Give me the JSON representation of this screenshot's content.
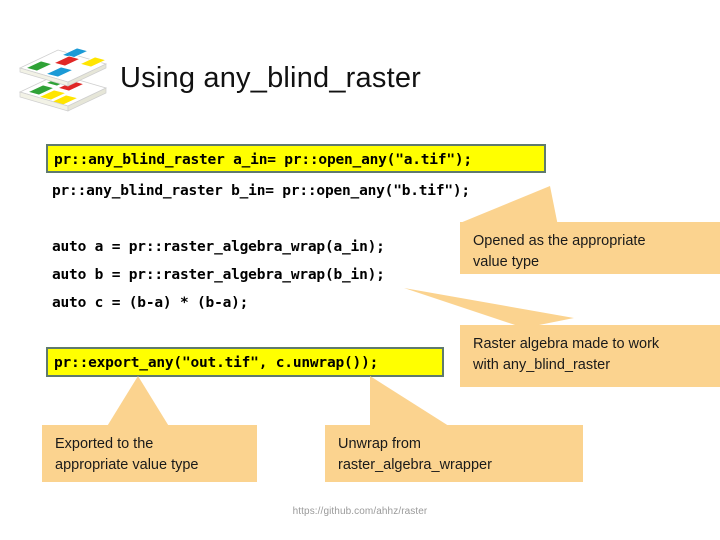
{
  "slide": {
    "title": "Using any_blind_raster",
    "footer_url": "https://github.com/ahhz/raster",
    "logo_name": "raster-stack-logo"
  },
  "code": {
    "open_a": "pr::any_blind_raster a_in= pr::open_any(\"a.tif\");",
    "open_b": "pr::any_blind_raster b_in= pr::open_any(\"b.tif\");",
    "auto_a": "auto a = pr::raster_algebra_wrap(a_in);",
    "auto_b": "auto b = pr::raster_algebra_wrap(b_in);",
    "auto_c": "auto c = (b-a) * (b-a);",
    "export": "pr::export_any(\"out.tif\", c.unwrap());"
  },
  "callouts": {
    "opened": {
      "line1": "Opened as the appropriate",
      "line2": "value type"
    },
    "algebra": {
      "line1": "Raster algebra made to work",
      "line2": "with any_blind_raster"
    },
    "exported": {
      "line1": "Exported to the",
      "line2": "appropriate value type"
    },
    "unwrap": {
      "line1": "Unwrap from",
      "line2": "raster_algebra_wrapper"
    }
  },
  "colors": {
    "highlight_fill": "#ffff00",
    "highlight_border": "#5f7a6e",
    "callout_fill": "#fbd38f",
    "footer_text": "#9a9a9a",
    "logo_blue": "#1b9ad6",
    "logo_red": "#e02726",
    "logo_green": "#2fa236",
    "logo_yellow": "#ffe500"
  }
}
